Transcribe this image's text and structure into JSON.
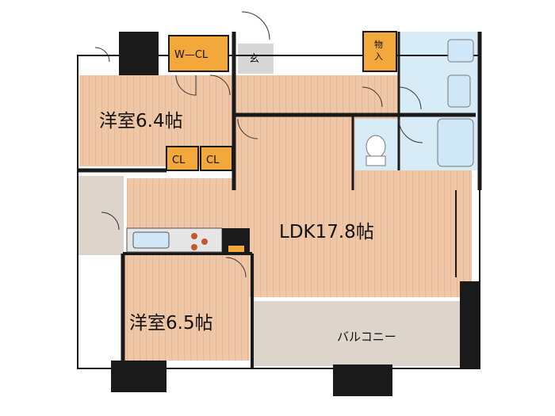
{
  "rooms": {
    "western_room_1": "洋室6.4帖",
    "western_room_2": "洋室6.5帖",
    "ldk": "LDK17.8帖",
    "balcony": "バルコニー"
  },
  "storage": {
    "walk_in_closet": "W—CL",
    "closet_1": "CL",
    "closet_2": "CL",
    "entrance": "玄",
    "storage_line1": "物",
    "storage_line2": "入"
  },
  "colors": {
    "floor": "#f0c7a6",
    "floor_stripe": "#d9a98a",
    "wet_area": "#d8ecf7",
    "balcony": "#ddd5cc",
    "wall": "#1a1a1a",
    "closet": "#f2a83b",
    "entrance": "#d7d7d7"
  }
}
